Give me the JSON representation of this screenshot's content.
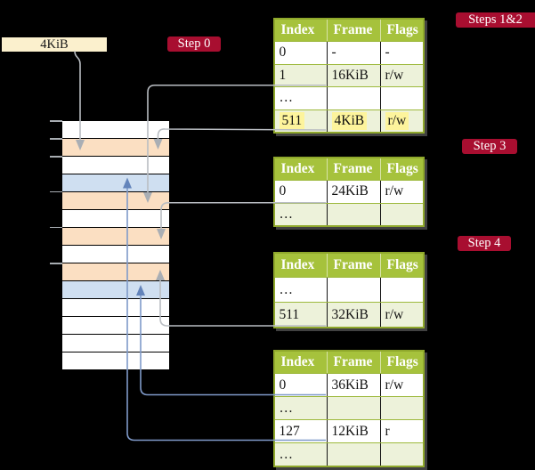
{
  "figure": {
    "cr3_frame_label": "4KiB"
  },
  "badges": {
    "step0": "Step 0",
    "steps12": "Steps 1&2",
    "step3": "Step 3",
    "step4": "Step 4"
  },
  "memory": {
    "rows": [
      "free",
      "pagetable",
      "free",
      "mapped",
      "pagetable",
      "free",
      "pagetable",
      "free",
      "pagetable",
      "mapped",
      "free",
      "free",
      "free",
      "free"
    ]
  },
  "tables": [
    {
      "name": "level-4-page-table",
      "headers": [
        "Index",
        "Frame",
        "Flags"
      ],
      "rows": [
        {
          "cells": [
            "0",
            "-",
            "-"
          ]
        },
        {
          "cells": [
            "1",
            "16KiB",
            "r/w"
          ]
        },
        {
          "cells": [
            "…",
            "",
            ""
          ]
        },
        {
          "cells": [
            "511",
            "4KiB",
            "r/w"
          ],
          "highlighted": true
        }
      ]
    },
    {
      "name": "level-3-page-table",
      "headers": [
        "Index",
        "Frame",
        "Flags"
      ],
      "rows": [
        {
          "cells": [
            "0",
            "24KiB",
            "r/w"
          ]
        },
        {
          "cells": [
            "…",
            "",
            ""
          ]
        }
      ]
    },
    {
      "name": "level-2-page-table",
      "headers": [
        "Index",
        "Frame",
        "Flags"
      ],
      "rows": [
        {
          "cells": [
            "…",
            "",
            ""
          ]
        },
        {
          "cells": [
            "511",
            "32KiB",
            "r/w"
          ]
        }
      ]
    },
    {
      "name": "level-1-page-table",
      "headers": [
        "Index",
        "Frame",
        "Flags"
      ],
      "rows": [
        {
          "cells": [
            "0",
            "36KiB",
            "r/w"
          ]
        },
        {
          "cells": [
            "…",
            "",
            ""
          ]
        },
        {
          "cells": [
            "127",
            "12KiB",
            "r"
          ]
        },
        {
          "cells": [
            "…",
            "",
            ""
          ]
        }
      ]
    }
  ],
  "colors": {
    "background": "#000000",
    "badge_crimson": "#a80e30",
    "table_header_green": "#a6c23c",
    "table_row_green": "#edf2da",
    "table_border_green": "#8fa82c",
    "highlight_yellow": "#fdf49c",
    "frame_box_cream": "#fbf0cd",
    "memory_pagetable_orange": "#fbdfc2",
    "memory_mapped_blue": "#cfdff1",
    "arrow_gray": "#b9bdc2",
    "arrow_blue": "#7f9ac9"
  }
}
